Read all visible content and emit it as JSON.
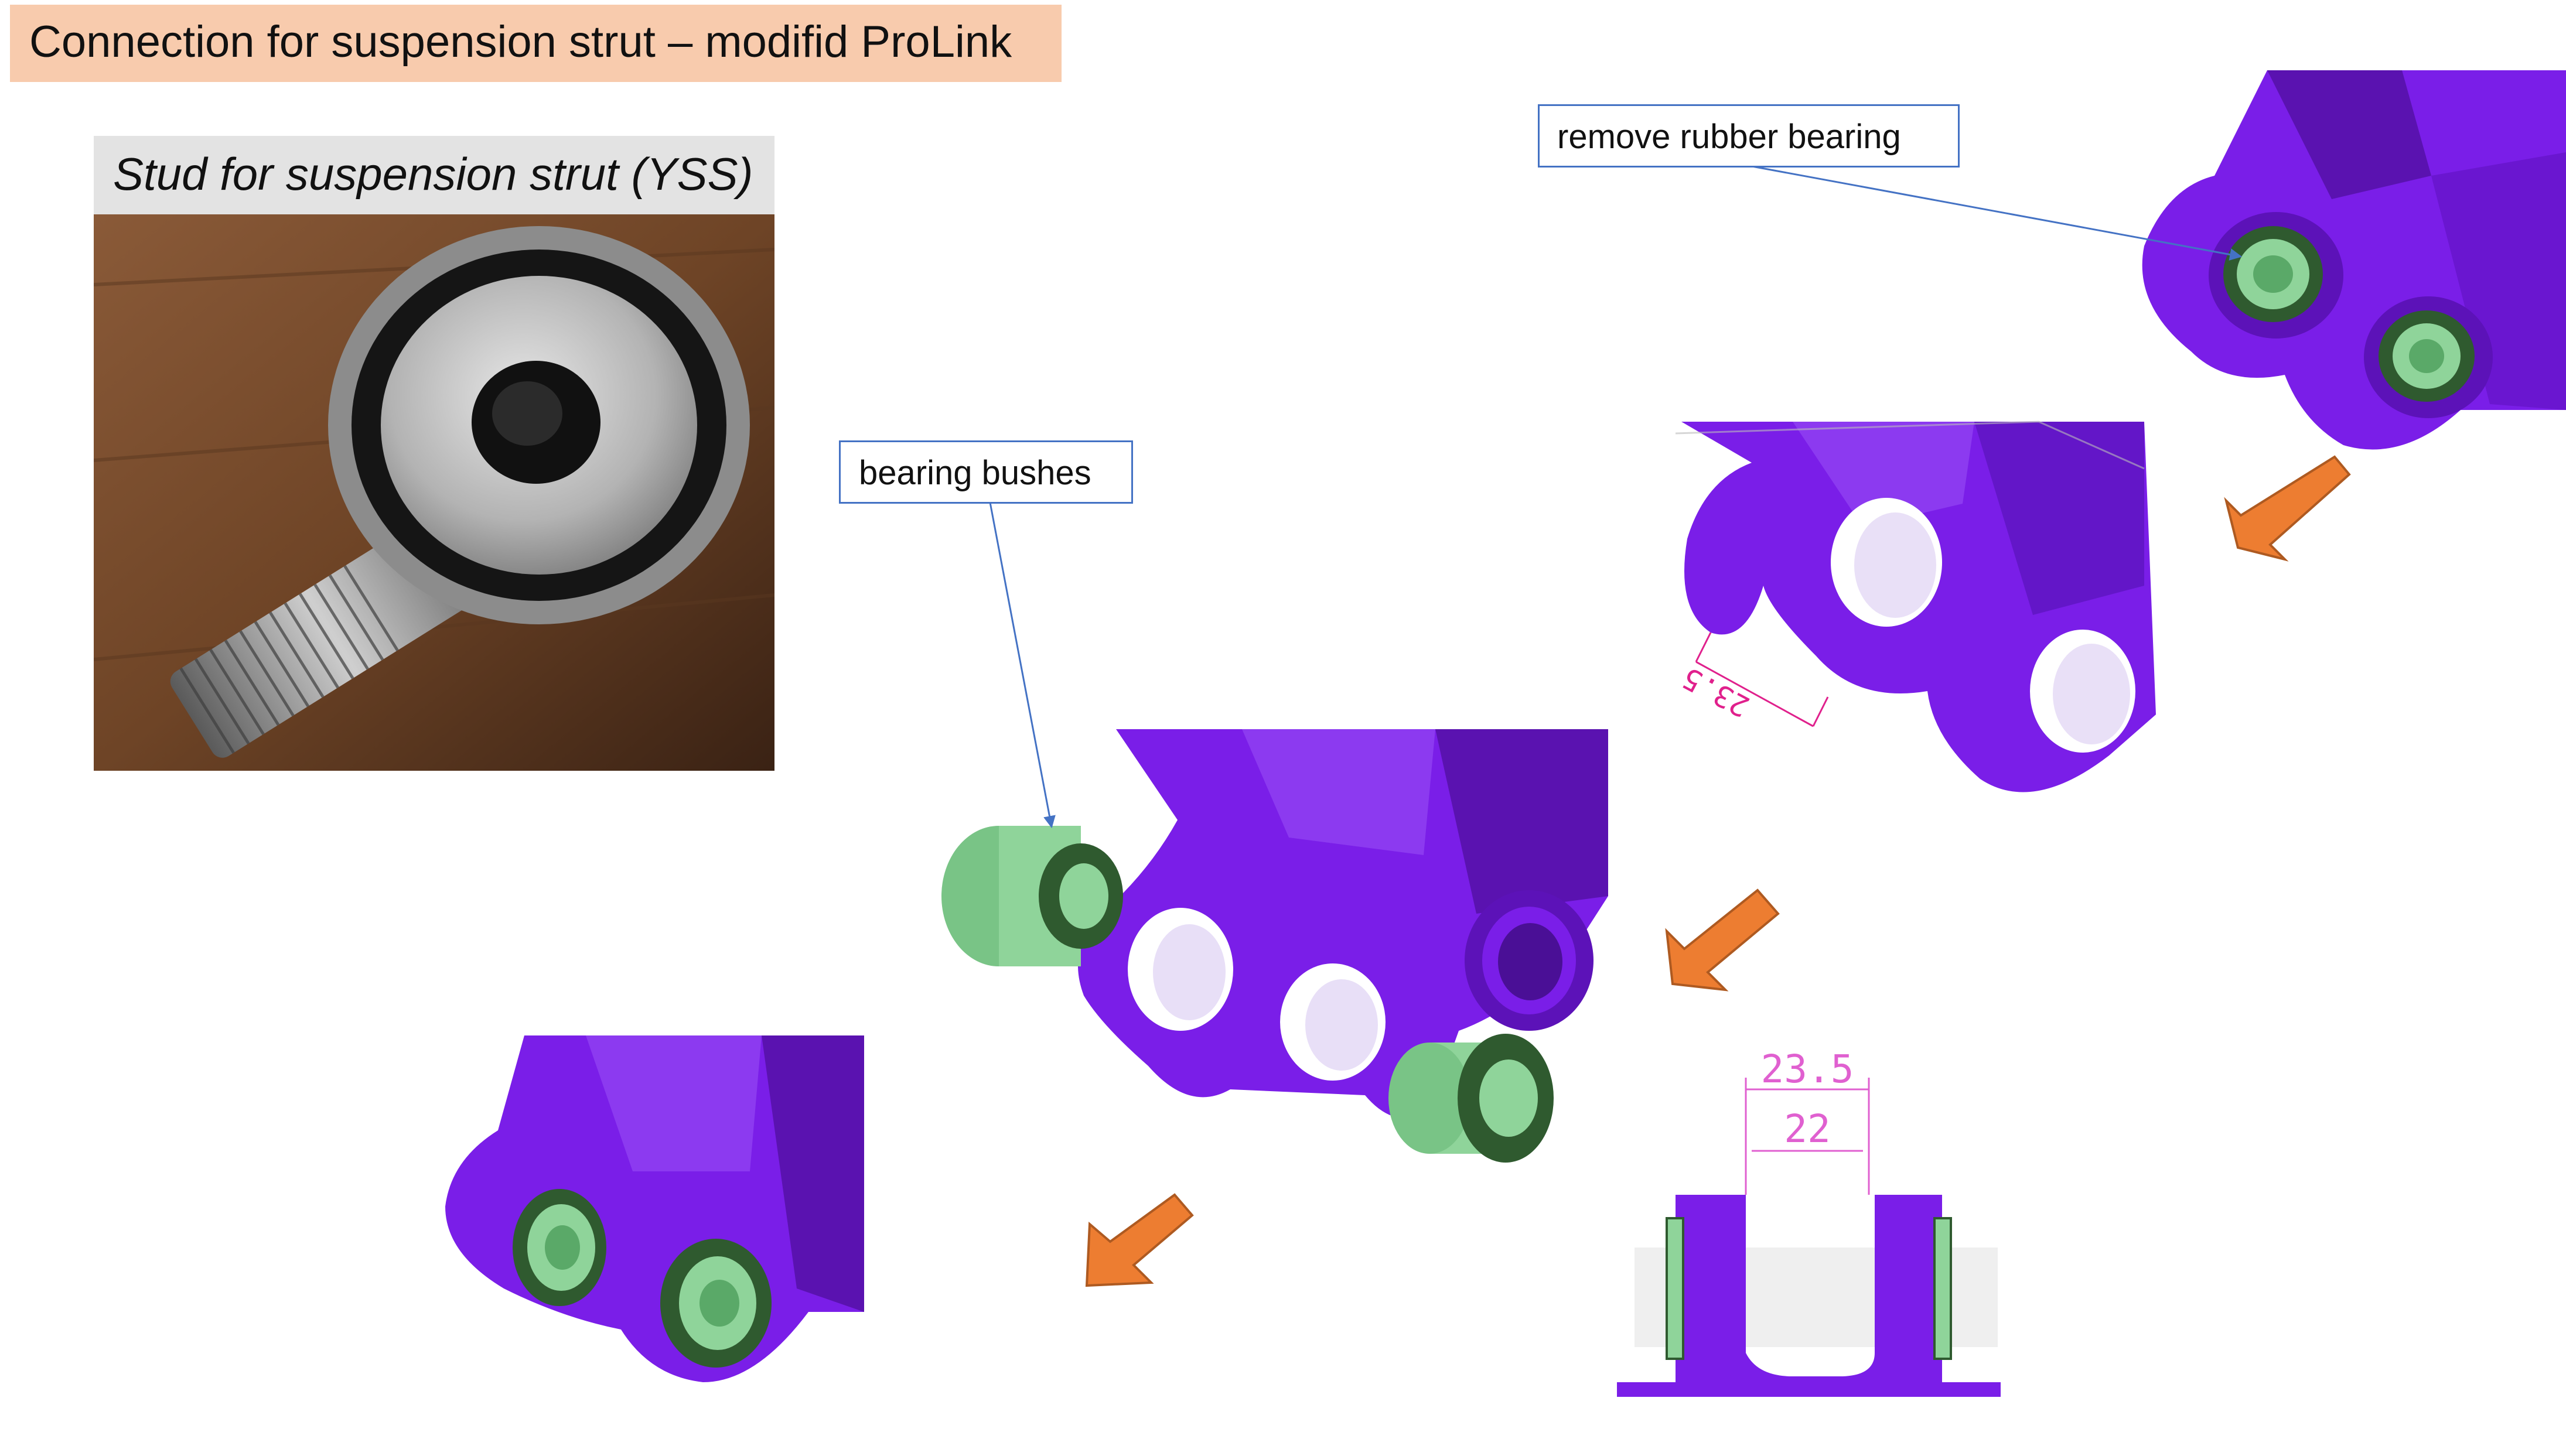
{
  "slide": {
    "title": "Connection for suspension strut – modifid ProLink",
    "photo_caption": "Stud for suspension strut (YSS)",
    "callout_remove": "remove rubber bearing",
    "callout_bushes": "bearing bushes",
    "dim_angled": "23.5",
    "dim_outer": "23.5",
    "dim_inner": "22"
  },
  "colors": {
    "title_bg": "#f8cbad",
    "caption_bg": "#e3e3e3",
    "part_purple": "#7a1ee8",
    "bush_green": "#8fd49a",
    "arrow_orange": "#ed7d31",
    "callout_border": "#4472c4",
    "dimension_pink": "#e060d0"
  }
}
